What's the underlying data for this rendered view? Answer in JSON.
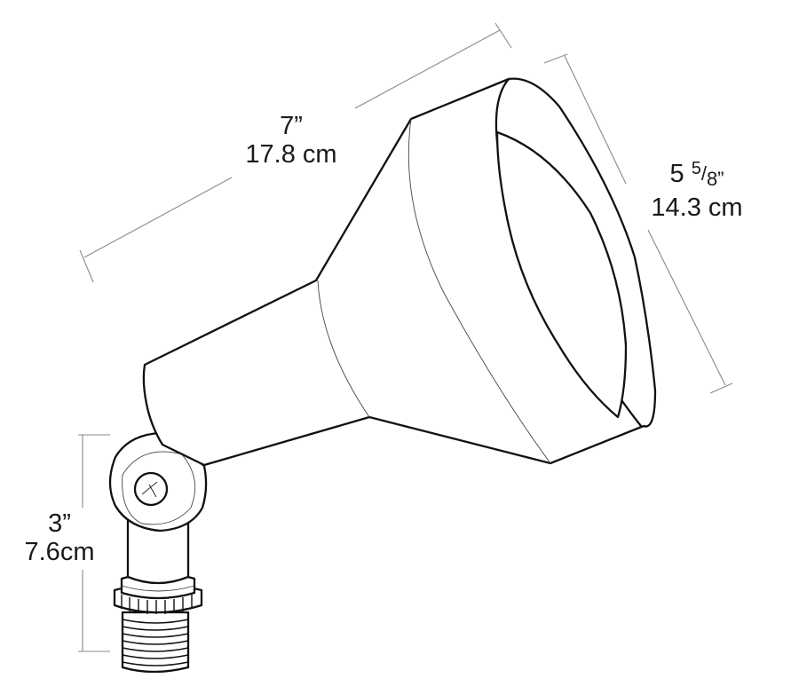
{
  "diagram": {
    "subject": "spotlight fixture dimension drawing",
    "colors": {
      "outline": "#111111",
      "dimension_line": "#8a8a8a",
      "text": "#1a1a1a",
      "background": "#ffffff"
    },
    "dimensions": {
      "length": {
        "imperial": "7”",
        "metric": "17.8 cm"
      },
      "diameter": {
        "whole": "5",
        "frac_numerator": "5",
        "frac_slash": "/",
        "frac_denominator": "8”",
        "metric": "14.3 cm"
      },
      "stem_height": {
        "imperial": "3”",
        "metric": "7.6cm"
      }
    }
  }
}
